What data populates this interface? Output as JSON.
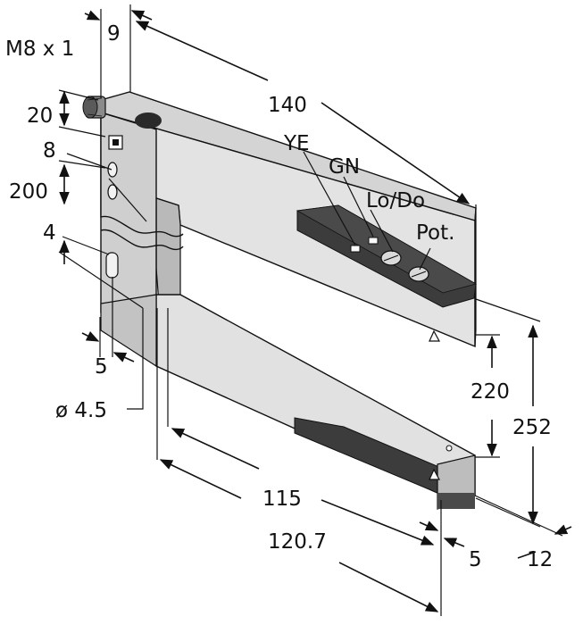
{
  "drawing": {
    "connector_thread": "M8 x 1",
    "dims": {
      "d9": "9",
      "d140": "140",
      "d20": "20",
      "d8": "8",
      "d200": "200",
      "d4": "4",
      "d5_left": "5",
      "hole_dia": "ø 4.5",
      "d220": "220",
      "d252": "252",
      "d115": "115",
      "d120_7": "120.7",
      "d5_right": "5",
      "d12": "12"
    },
    "indicators": {
      "ye": "YE",
      "gn": "GN",
      "lodo": "Lo/Do",
      "pot": "Pot."
    },
    "colors": {
      "housing_light": "#e6e6e6",
      "housing_mid": "#c9c9c9",
      "housing_dark": "#9a9a9a",
      "panel": "#3a3a3a",
      "line": "#111111"
    }
  }
}
